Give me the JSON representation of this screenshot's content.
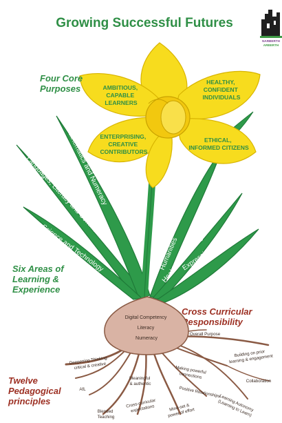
{
  "title": "Growing Successful Futures",
  "logo": {
    "text_line1": "NARBERTH",
    "text_line2": "ARBERTH",
    "icon": "castle-ruin-logo",
    "colors": {
      "dark": "#1f1f1f",
      "green": "#3f9b45",
      "purple": "#7b3f8e"
    }
  },
  "sections": {
    "purposes": [
      "Four Core",
      "Purposes"
    ],
    "areas": [
      "Six Areas of",
      "Learning &",
      "Experience"
    ],
    "cross": [
      "Cross Curricular",
      "Responsibility"
    ],
    "principles": [
      "Twelve",
      "Pedagogical",
      "principles"
    ]
  },
  "purposes": {
    "ambitious": [
      "AMBITIOUS,",
      "CAPABLE",
      "LEARNERS"
    ],
    "healthy": [
      "HEALTHY,",
      "CONFIDENT",
      "INDIVIDUALS"
    ],
    "enterprising": [
      "ENTERPRISING,",
      "CREATIVE",
      "CONTRIBUTORS"
    ],
    "ethical": [
      "ETHICAL,",
      "INFORMED CITIZENS"
    ]
  },
  "areas": {
    "languages": "Languages, Literacy and Communication",
    "maths": "Mathematics and Numeracy",
    "science": "Science and Technology",
    "humanities": "Humanities",
    "health": "Health & Wellbeing",
    "arts": "Expressive Arts"
  },
  "cross_curricular": [
    "Digital Competency",
    "Literacy",
    "Numeracy"
  ],
  "principles": {
    "deepening": [
      "Deepening Thinking:",
      "critical & creative"
    ],
    "afl": [
      "AfL"
    ],
    "blended": [
      "Blended",
      "Teaching"
    ],
    "meaningful": [
      "Meaningful",
      "& authentic"
    ],
    "cross_expectations": [
      "Cross-curricular",
      "expectations"
    ],
    "mindset": [
      "Mind-set &",
      "power of effort"
    ],
    "connections": [
      "Making powerful",
      "connections"
    ],
    "relationships": [
      "Positive Relationships"
    ],
    "overall": [
      "Overall Purpose"
    ],
    "building": [
      "Building on prior",
      "learning & engagement"
    ],
    "collaboration": [
      "Collaboration"
    ],
    "autonomy": [
      "Learning Autonomy",
      "(Learning to Learn)"
    ]
  },
  "colors": {
    "title_green": "#2f8f46",
    "leaf_green": "#2e9a4a",
    "leaf_dark": "#1f7a38",
    "petal_yellow": "#f7dc1e",
    "petal_edge": "#d8b400",
    "bulb": "#d9b3a4",
    "root": "#8a5a44",
    "accent_brown": "#9c2f22"
  }
}
